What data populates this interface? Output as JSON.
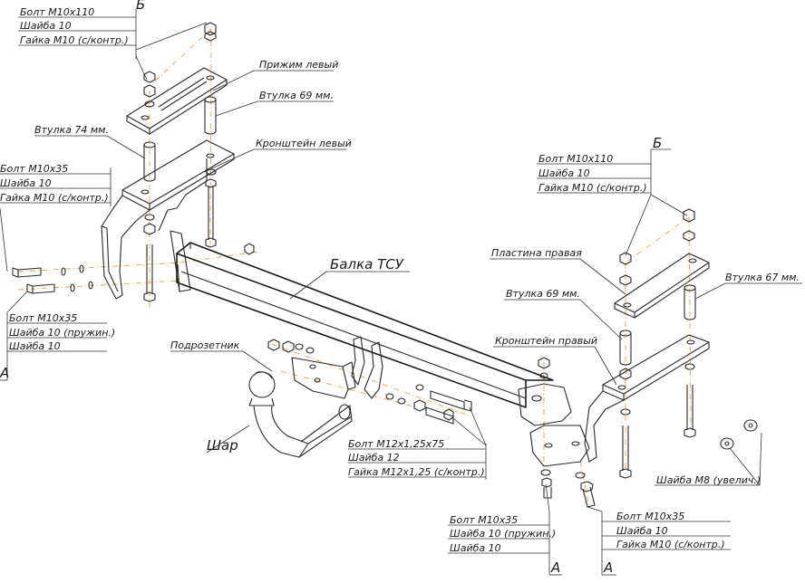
{
  "labels": {
    "top_b": "Б",
    "top_bolt": "Болт М10х110",
    "top_washer": "Шайба 10",
    "top_nut": "Гайка М10 (с/контр.)",
    "clamp_left": "Прижим левый",
    "sleeve_69_left": "Втулка 69 мм.",
    "sleeve_74": "Втулка 74 мм.",
    "bracket_left": "Кронштейн левый",
    "left_bolt": "Болт М10х35",
    "left_washer": "Шайба 10",
    "left_nut": "Гайка М10 (с/контр.)",
    "beam": "Балка ТСУ",
    "left_a_bolt": "Болт М10х35",
    "left_a_washer_spring": "Шайба 10 (пружин.)",
    "left_a_washer": "Шайба 10",
    "left_a": "А",
    "socket_holder": "Подрозетник",
    "ball": "Шар",
    "bolt_m12": "Болт М12х1,25х75",
    "washer_12": "Шайба 12",
    "nut_m12": "Гайка М12х1,25 (с/контр.)",
    "right_b": "Б",
    "right_bolt": "Болт М10х110",
    "right_washer": "Шайба 10",
    "right_nut": "Гайка М10 (с/контр.)",
    "plate_right": "Пластина правая",
    "sleeve_67": "Втулка 67 мм.",
    "sleeve_69_right": "Втулка 69 мм.",
    "bracket_right": "Кронштейн правый",
    "washer_m8": "Шайба М8 (увелич.)",
    "bottom_bolt": "Болт М10х35",
    "bottom_washer_spring": "Шайба 10 (пружин.)",
    "bottom_washer": "Шайба 10",
    "bottom_a_left": "А",
    "bottom_r_bolt": "Болт М10х35",
    "bottom_r_washer": "Шайба 10",
    "bottom_r_nut": "Гайка М10 (с/контр.)",
    "bottom_a_right": "А"
  }
}
